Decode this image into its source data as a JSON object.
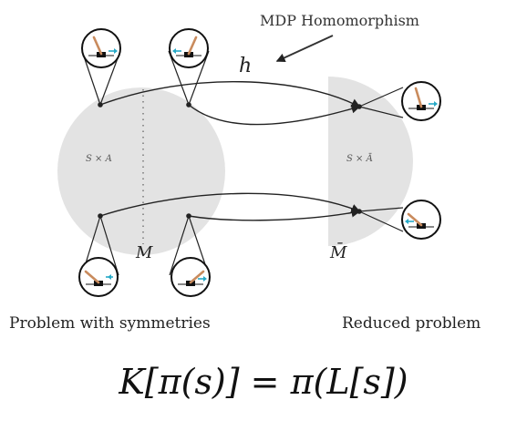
{
  "annotations": {
    "mdp_homomorphism": "MDP Homomorphism",
    "h_label": "h",
    "left_set_label": "S × A",
    "right_set_label": "S × Ā",
    "m_label": "M",
    "m_bar_label": "M̄",
    "left_caption": "Problem with symmetries",
    "right_caption": "Reduced problem",
    "equation": "K[π(s)] = π(L[s])"
  },
  "colors": {
    "region_fill": "#e3e3e3",
    "line": "#222222",
    "pole": "#c98b5d",
    "arrow_cyan": "#27a9c6",
    "cart": "#111111"
  },
  "icons": [
    "pendulum-right-icon",
    "pendulum-left-icon"
  ]
}
